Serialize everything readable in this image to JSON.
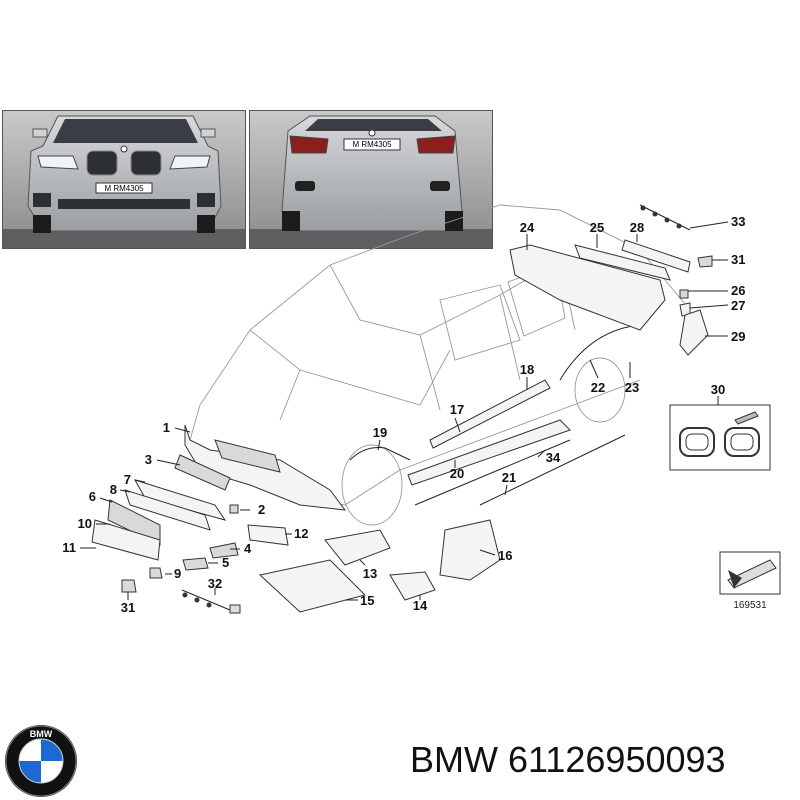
{
  "caption": {
    "brand": "BMW",
    "part_number": "61126950093"
  },
  "photos": {
    "front_plate": "M RM4305",
    "rear_plate": "M RM4305"
  },
  "reference_number": "169531",
  "callouts": [
    "1",
    "2",
    "3",
    "4",
    "5",
    "6",
    "7",
    "8",
    "9",
    "10",
    "11",
    "12",
    "13",
    "14",
    "15",
    "16",
    "17",
    "18",
    "19",
    "20",
    "21",
    "22",
    "23",
    "24",
    "25",
    "26",
    "27",
    "28",
    "29",
    "30",
    "31",
    "31",
    "32",
    "33",
    "34"
  ],
  "logo_text": "BMW",
  "colors": {
    "logo_blue": "#1c69d4",
    "logo_ring": "#111111",
    "photo_bg": "#7b7b7b"
  }
}
